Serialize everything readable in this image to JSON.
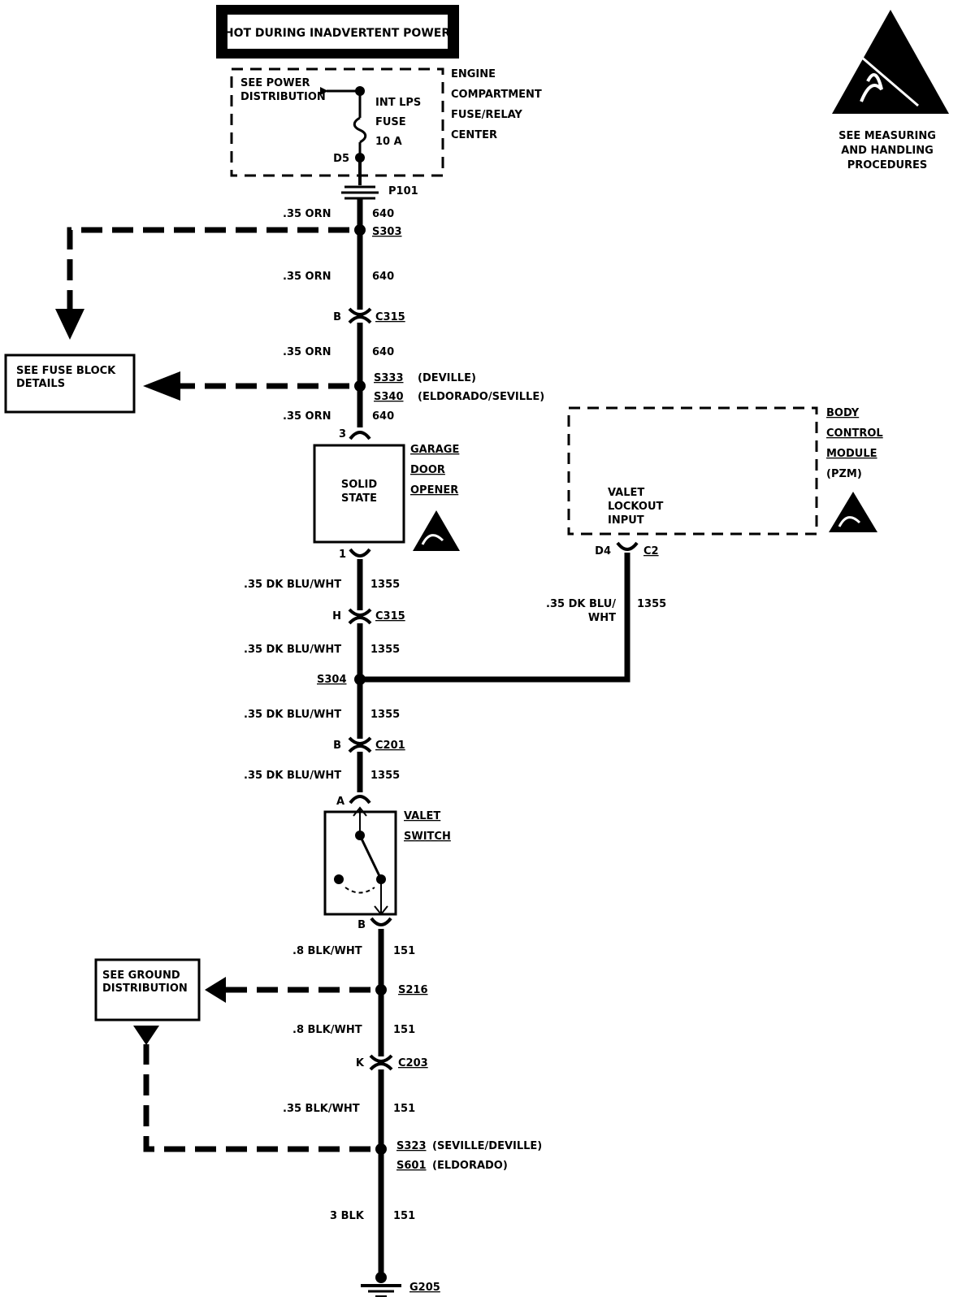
{
  "header": {
    "hot_label": "HOT DURING INADVERTENT POWER"
  },
  "esd_note": {
    "line1": "SEE MEASURING",
    "line2": "AND HANDLING",
    "line3": "PROCEDURES"
  },
  "fuse_center": {
    "name_lines": [
      "ENGINE",
      "COMPARTMENT",
      "FUSE/RELAY",
      "CENTER"
    ],
    "see_power_line1": "SEE POWER",
    "see_power_line2": "DISTRIBUTION",
    "fuse_name": "INT LPS",
    "fuse_word": "FUSE",
    "fuse_rating": "10 A",
    "terminal": "D5"
  },
  "connectors": {
    "p101": "P101",
    "c315": "C315",
    "c315_pin_b": "B",
    "c315_pin_h": "H",
    "c201": "C201",
    "c201_pin": "B",
    "c203": "C203",
    "c203_pin": "K",
    "c2": "C2",
    "c2_pin": "D4"
  },
  "splices": {
    "s303": "S303",
    "s333": "S333",
    "s333_note": "(DEVILLE)",
    "s340": "S340",
    "s340_note": "(ELDORADO/SEVILLE)",
    "s304": "S304",
    "s216": "S216",
    "s323": "S323",
    "s323_note": "(SEVILLE/DEVILLE)",
    "s601": "S601",
    "s601_note": "(ELDORADO)"
  },
  "wires": {
    "orn_size": ".35 ORN",
    "orn_circuit": "640",
    "dkblu_size": ".35 DK BLU/WHT",
    "dkblu_circuit": "1355",
    "dkblu_split_1": ".35 DK BLU/",
    "dkblu_split_2": "WHT",
    "blkwht_8": ".8 BLK/WHT",
    "blkwht_35": ".35 BLK/WHT",
    "blk_circuit": "151",
    "blk_3": "3 BLK"
  },
  "fuse_block": {
    "line1": "SEE FUSE BLOCK",
    "line2": "DETAILS"
  },
  "garage_opener": {
    "line1": "SOLID",
    "line2": "STATE",
    "name_lines": [
      "GARAGE",
      "DOOR",
      "OPENER"
    ],
    "pin_top": "3",
    "pin_bottom": "1"
  },
  "bcm": {
    "name_lines": [
      "BODY",
      "CONTROL",
      "MODULE"
    ],
    "sub": "(PZM)",
    "input_lines": [
      "VALET",
      "LOCKOUT",
      "INPUT"
    ]
  },
  "valet_switch": {
    "name_lines": [
      "VALET",
      "SWITCH"
    ],
    "pin_top": "A",
    "pin_bottom": "B"
  },
  "ground_dist": {
    "line1": "SEE GROUND",
    "line2": "DISTRIBUTION"
  },
  "ground": {
    "label": "G205"
  }
}
